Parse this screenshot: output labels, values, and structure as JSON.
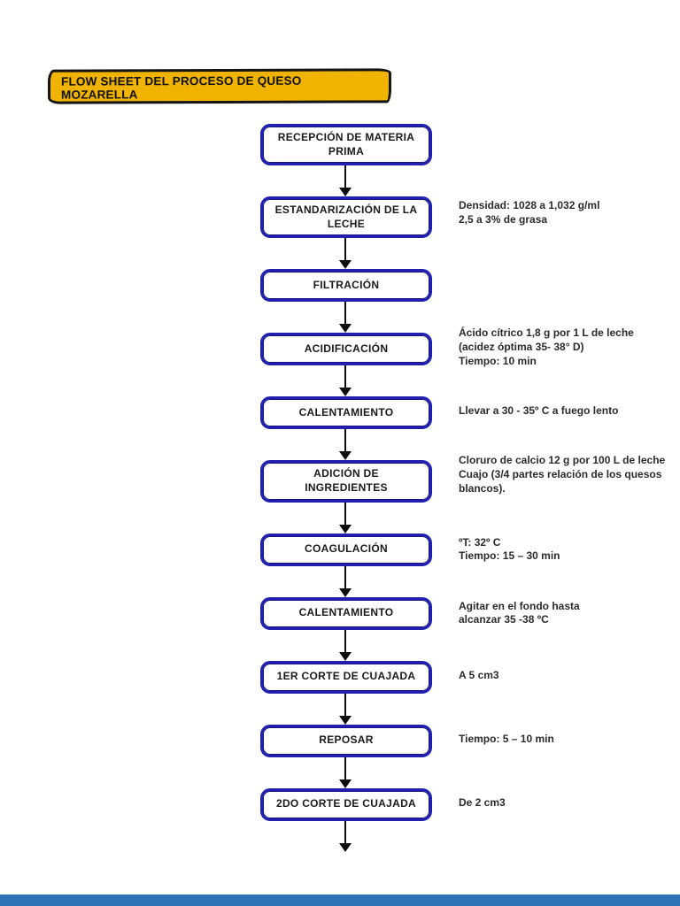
{
  "banner": {
    "title": "FLOW SHEET DEL PROCESO DE QUESO MOZARELLA",
    "background_color": "#F0B400"
  },
  "flowchart": {
    "box_border_color": "#2020B2",
    "arrow_color": "#0d0d0d",
    "steps": [
      {
        "label": "RECEPCIÓN DE MATERIA PRIMA",
        "note": ""
      },
      {
        "label": "ESTANDARIZACIÓN DE LA LECHE",
        "note": "Densidad: 1028 a 1,032 g/ml\n2,5 a 3% de grasa"
      },
      {
        "label": "FILTRACIÓN",
        "note": ""
      },
      {
        "label": "ACIDIFICACIÓN",
        "note": "Ácido cítrico 1,8 g por 1 L de leche\n(acidez óptima 35- 38° D)\nTiempo: 10 min"
      },
      {
        "label": "CALENTAMIENTO",
        "note": "Llevar a 30 - 35º C a fuego lento"
      },
      {
        "label": "ADICIÓN DE INGREDIENTES",
        "note": "Cloruro de calcio 12 g por 100 L de leche\nCuajo (3/4 partes relación de los quesos\nblancos)."
      },
      {
        "label": "COAGULACIÓN",
        "note": "ºT: 32º C\nTiempo: 15 – 30 min"
      },
      {
        "label": "CALENTAMIENTO",
        "note": "Agitar en el fondo hasta\nalcanzar 35 -38 ºC"
      },
      {
        "label": "1ER CORTE DE CUAJADA",
        "note": "A 5 cm3"
      },
      {
        "label": "REPOSAR",
        "note": "Tiempo: 5 – 10 min"
      },
      {
        "label": "2DO CORTE DE CUAJADA",
        "note": "De 2 cm3"
      }
    ]
  },
  "footer": {
    "next_page_strip_color": "#2E74B5"
  }
}
